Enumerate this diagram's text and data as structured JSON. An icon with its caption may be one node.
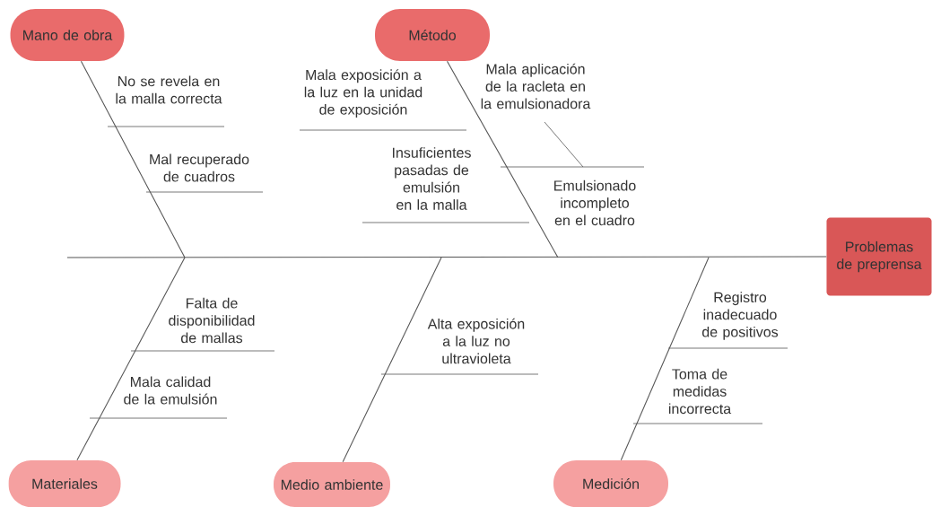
{
  "diagram": {
    "nodes": [
      {
        "text": [
          "Problemas de preprensa"
        ]
      },
      {
        "text": [
          "Mano de obra"
        ]
      },
      {
        "text": [
          "Método"
        ]
      },
      {
        "text": [
          "Materiales"
        ]
      },
      {
        "text": [
          "Medio ambiente"
        ]
      },
      {
        "text": [
          "Medición"
        ]
      }
    ],
    "edges": [
      {
        "from": null,
        "to": 0,
        "arrow": "none"
      },
      {
        "from": 1,
        "to": null,
        "arrow": "none"
      },
      {
        "from": 2,
        "to": null,
        "arrow": "none"
      },
      {
        "from": 3,
        "to": null,
        "arrow": "none"
      },
      {
        "from": 4,
        "to": null,
        "arrow": "none"
      },
      {
        "from": 5,
        "to": null,
        "arrow": "none"
      }
    ],
    "labels": [
      "No se revela en la malla correcta",
      "Mala exposición a la luz en la unidad de exposición",
      "Mala aplicación de la racleta en la emulsionadora",
      "Mal recuperado de cuadros",
      "Insuficientes pasadas de emulsión en la malla",
      "Emulsionado incompleto en el cuadro",
      "Falta de disponibilidad de mallas",
      "Alta exposición a la luz no ultravioleta",
      "Registro inadecuado de positivos",
      "Mala calidad de la emulsión",
      "Toma de medidas incorrecta"
    ]
  }
}
